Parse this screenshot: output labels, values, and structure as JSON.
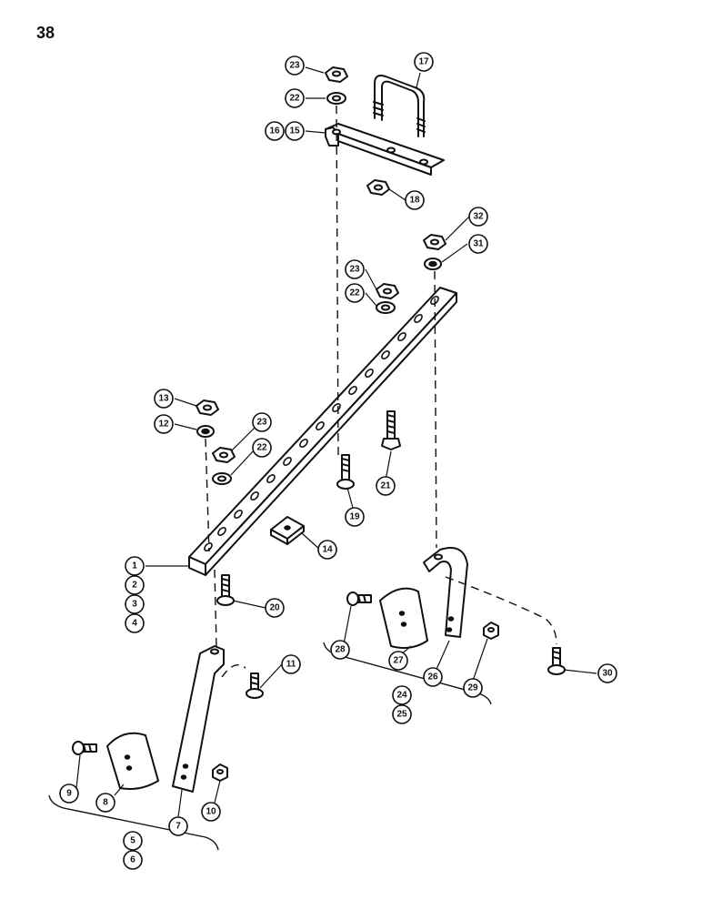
{
  "page": {
    "number": "38"
  },
  "callouts": [
    "1",
    "2",
    "3",
    "4",
    "5",
    "6",
    "7",
    "8",
    "9",
    "10",
    "11",
    "12",
    "13",
    "14",
    "15",
    "16",
    "17",
    "18",
    "19",
    "20",
    "21",
    "22",
    "23",
    "24",
    "25",
    "26",
    "27",
    "28",
    "29",
    "30",
    "31",
    "32"
  ],
  "colors": {
    "ink": "#111111",
    "paper": "#ffffff"
  }
}
